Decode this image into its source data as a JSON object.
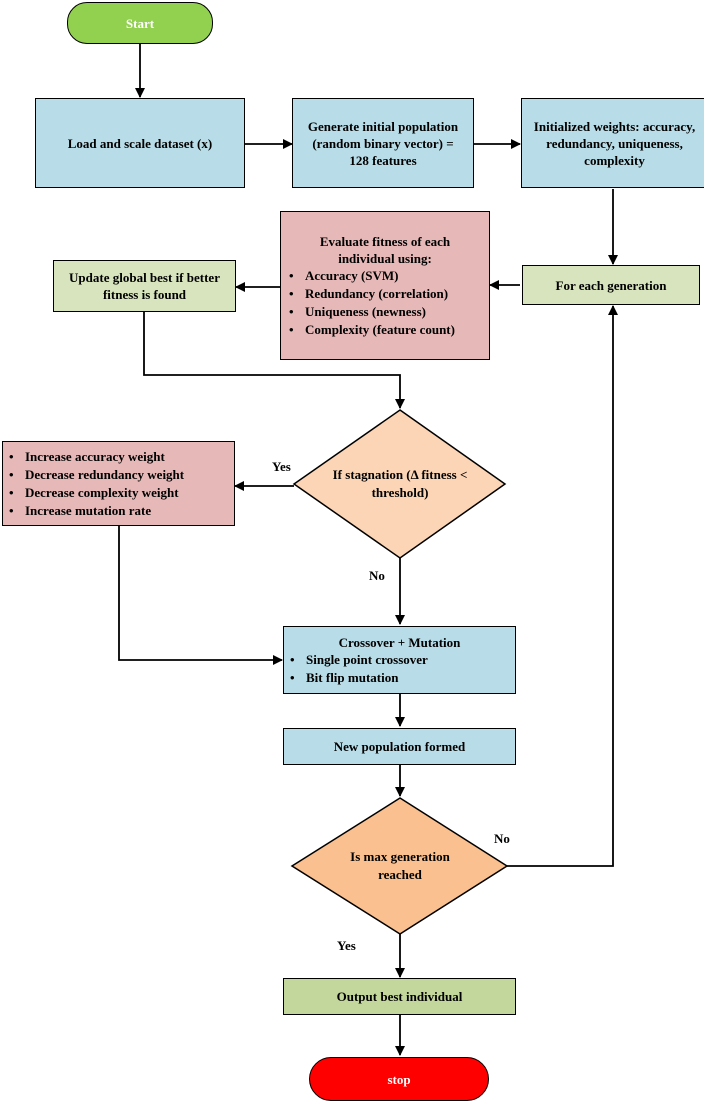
{
  "start": "Start",
  "load": "Load and scale dataset (x)",
  "generate": "Generate initial population (random binary vector) = 128 features",
  "init_weights": "Initialized weights: accuracy, redundancy, uniqueness, complexity",
  "evaluate": {
    "title": "Evaluate fitness of each individual using:",
    "items": [
      "Accuracy (SVM)",
      "Redundancy (correlation)",
      "Uniqueness (newness)",
      "Complexity (feature count)"
    ]
  },
  "update": "Update global best if better fitness is found",
  "each_gen": "For each generation",
  "stagnation": "If stagnation (Δ fitness < threshold)",
  "adjust": {
    "items": [
      "Increase accuracy weight",
      "Decrease redundancy weight",
      "Decrease complexity weight",
      "Increase mutation rate"
    ]
  },
  "crossover": {
    "title": "Crossover + Mutation",
    "items": [
      "Single point crossover",
      "Bit flip mutation"
    ]
  },
  "new_pop": "New population formed",
  "max_gen": "Is max generation reached",
  "output": "Output best individual",
  "stop": "stop",
  "labels": {
    "yes1": "Yes",
    "no1": "No",
    "no2": "No",
    "yes2": "Yes"
  },
  "colors": {
    "start": "#92d050",
    "stop": "#ff0000",
    "blue": "#b8dde8",
    "green": "#d7e4bd",
    "pink": "#e6b9b8",
    "olive": "#c3d69b",
    "diamond_light": "#fbd5b5",
    "diamond_dark": "#fac090"
  }
}
